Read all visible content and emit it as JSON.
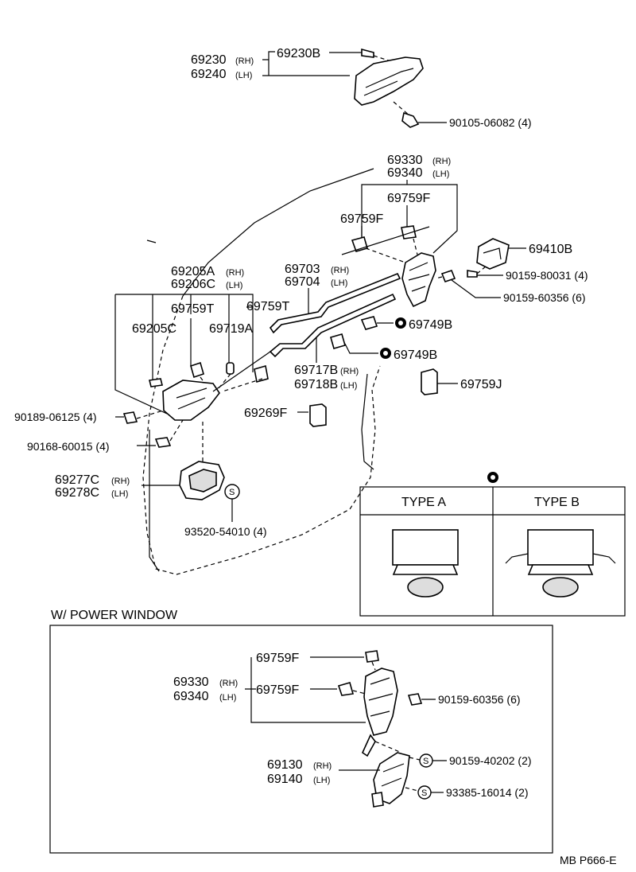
{
  "labels": {
    "p69230_base": "69230",
    "p69230_side": "(RH)",
    "p69240_base": "69240",
    "p69240_side": "(LH)",
    "p69230B": "69230B",
    "p90105": "90105-06082 (4)",
    "p69330_base": "69330",
    "p69330_side": "(RH)",
    "p69340_base": "69340",
    "p69340_side": "(LH)",
    "p69759F_a": "69759F",
    "p69759F_b": "69759F",
    "p69410B": "69410B",
    "p90159_80031": "90159-80031 (4)",
    "p90159_60356": "90159-60356 (6)",
    "p69205A_base": "69205A",
    "p69205A_side": "(RH)",
    "p69206C_base": "69206C",
    "p69206C_side": "(LH)",
    "p69703_base": "69703",
    "p69703_side": "(RH)",
    "p69704_base": "69704",
    "p69704_side": "(LH)",
    "p69759T_a": "69759T",
    "p69759T_b": "69759T",
    "p69205C": "69205C",
    "p69719A": "69719A",
    "p69749B_a": "69749B",
    "p69749B_b": "69749B",
    "p69717B_base": "69717B",
    "p69717B_side": "(RH)",
    "p69718B_base": "69718B",
    "p69718B_side": "(LH)",
    "p69759J": "69759J",
    "p90189": "90189-06125 (4)",
    "p69269F": "69269F",
    "p90168": "90168-60015 (4)",
    "p69277C_base": "69277C",
    "p69277C_side": "(RH)",
    "p69278C_base": "69278C",
    "p69278C_side": "(LH)",
    "p93520": "93520-54010 (4)",
    "s_marker": "S"
  },
  "type_table": {
    "type_a": "TYPE A",
    "type_b": "TYPE B"
  },
  "power_window": {
    "title": "W/ POWER WINDOW",
    "p69759F_a": "69759F",
    "p69759F_b": "69759F",
    "p69330_base": "69330",
    "p69330_side": "(RH)",
    "p69340_base": "69340",
    "p69340_side": "(LH)",
    "p90159_60356": "90159-60356 (6)",
    "p69130_base": "69130",
    "p69130_side": "(RH)",
    "p69140_base": "69140",
    "p69140_side": "(LH)",
    "p90159_40202": "90159-40202 (2)",
    "p93385": "93385-16014 (2)"
  },
  "footer": {
    "code": "MB  P666-E"
  }
}
